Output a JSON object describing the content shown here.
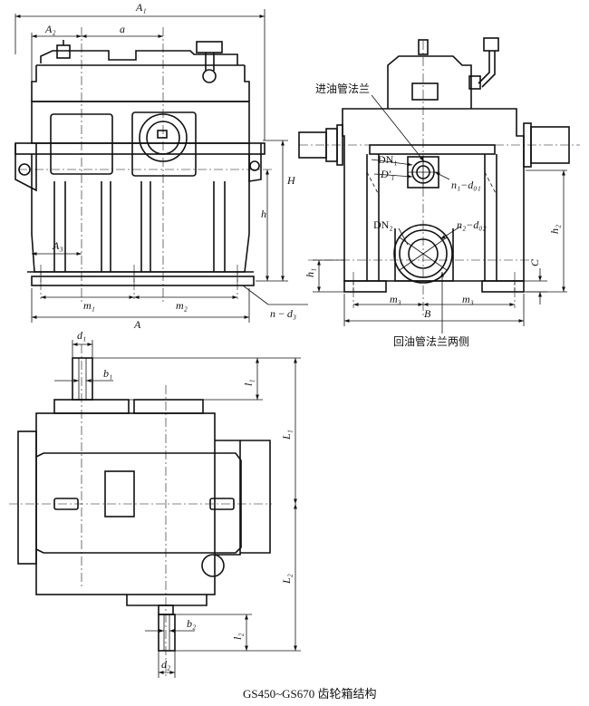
{
  "caption": "GS450~GS670 齿轮箱结构",
  "front_view": {
    "A1": "A₁",
    "A2": "A₂",
    "a": "a",
    "H": "H",
    "h": "h",
    "A3": "A₃",
    "m1": "m₁",
    "m2": "m₂",
    "A": "A",
    "n_d3": "n − d₃"
  },
  "side_view": {
    "inlet_flange": "进油管法兰",
    "DN1": "DN₁",
    "D1p": "D′₁",
    "n1_d01": "n₁−d₀₁",
    "DN2": "DN₂",
    "n2_d02": "n₂−d₀₂",
    "h1": "h₁",
    "h2": "h₂",
    "C": "C",
    "m3a": "m₃",
    "m3b": "m₃",
    "B": "B",
    "return_flange": "回油管法兰两侧"
  },
  "top_view": {
    "d1": "d₁",
    "b1": "b₁",
    "l1": "l₁",
    "L1": "L₁",
    "L2": "L₂",
    "b2": "b₂",
    "l2": "l₂",
    "d2": "d₂"
  }
}
